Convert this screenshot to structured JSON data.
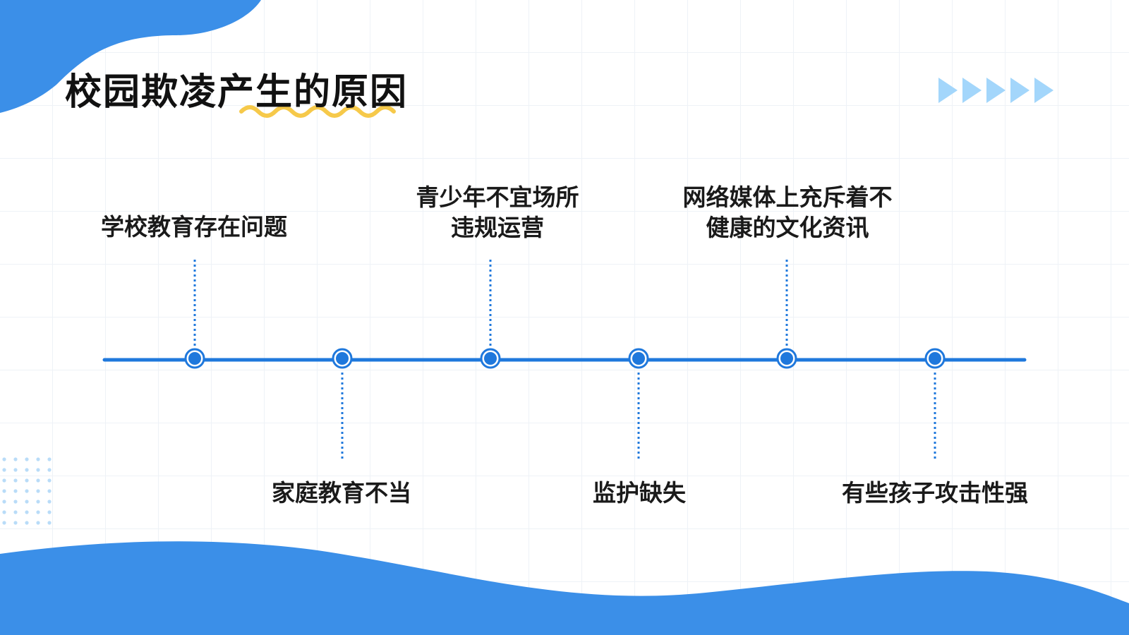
{
  "title": "校园欺凌产生的原因",
  "colors": {
    "accent_blue": "#3b8fe8",
    "line_blue": "#1f78dc",
    "arrow_blue": "#a3d6fb",
    "squiggle_yellow": "#f6c94a",
    "dot_blue": "#b9dcf8"
  },
  "icons": [
    "arrow-right-icon",
    "decorative-dot-grid",
    "squiggle-underline"
  ],
  "causes": [
    {
      "lines": [
        "学校教育存在问题"
      ]
    },
    {
      "lines": [
        "家庭教育不当"
      ]
    },
    {
      "lines": [
        "青少年不宜场所",
        "违规运营"
      ]
    },
    {
      "lines": [
        "监护缺失"
      ]
    },
    {
      "lines": [
        "网络媒体上充斥着不",
        "健康的文化资讯"
      ]
    },
    {
      "lines": [
        "有些孩子攻击性强"
      ]
    }
  ]
}
